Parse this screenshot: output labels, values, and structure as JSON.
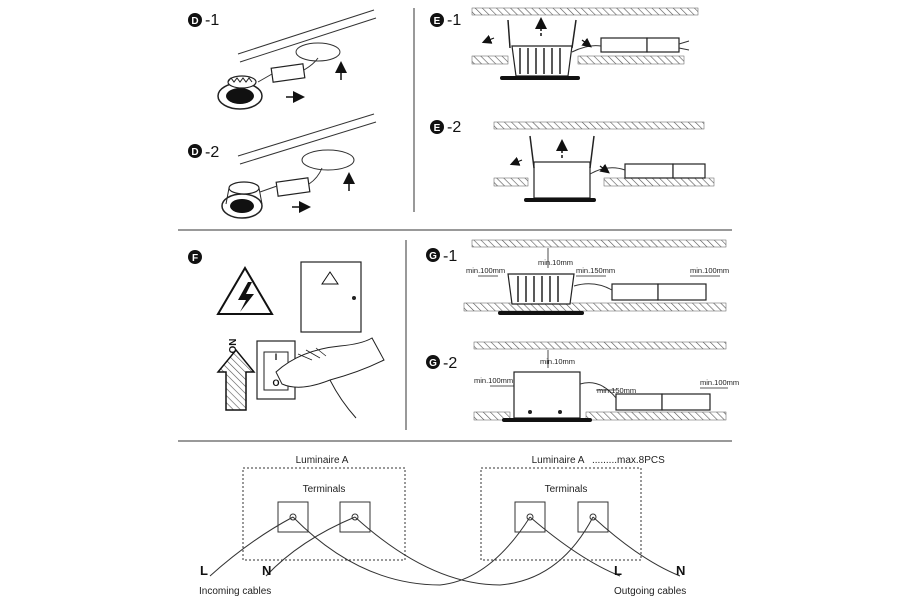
{
  "steps": {
    "d1": {
      "letter": "D",
      "suffix": "-1"
    },
    "d2": {
      "letter": "D",
      "suffix": "-2"
    },
    "e1": {
      "letter": "E",
      "suffix": "-1"
    },
    "e2": {
      "letter": "E",
      "suffix": "-2"
    },
    "f": {
      "letter": "F",
      "suffix": ""
    },
    "g1": {
      "letter": "G",
      "suffix": "-1"
    },
    "g2": {
      "letter": "G",
      "suffix": "-2"
    }
  },
  "switch": {
    "on_label": "ON",
    "mark_on": "I",
    "mark_off": "O"
  },
  "clearances": {
    "g1": {
      "top": "min.10mm",
      "left": "min.100mm",
      "mid": "min.150mm",
      "right": "min.100mm"
    },
    "g2": {
      "top": "min.10mm",
      "left": "min.100mm",
      "mid": "min.150mm",
      "right": "min.100mm"
    }
  },
  "wiring": {
    "luminaire_a": "Luminaire A",
    "luminaire_b": "Luminaire A",
    "max_note": ".........max.8PCS",
    "terminals_a": "Terminals",
    "terminals_b": "Terminals",
    "left_l": "L",
    "left_n": "N",
    "right_l": "L",
    "right_n": "N",
    "incoming": "Incoming cables",
    "outgoing": "Outgoing cables"
  },
  "colors": {
    "line": "#333333",
    "hatch": "#555555",
    "background": "#ffffff"
  }
}
